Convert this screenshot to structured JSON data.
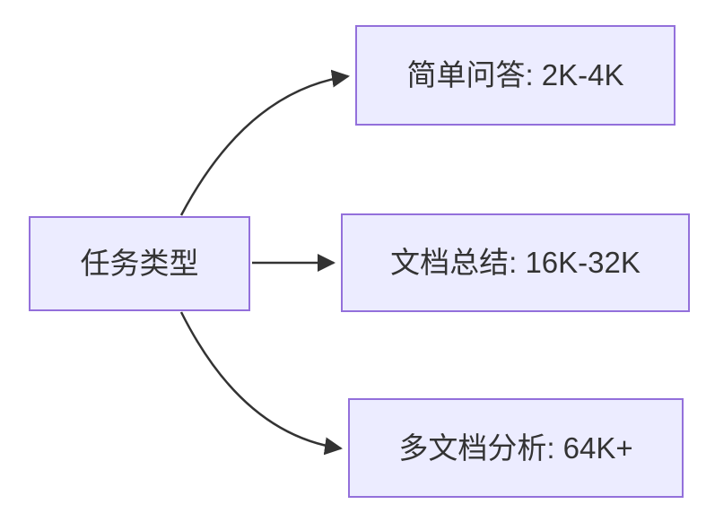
{
  "diagram": {
    "type": "flowchart",
    "direction": "LR",
    "colors": {
      "background": "#ffffff",
      "node_fill": "#ECECFF",
      "node_border": "#9370DB",
      "edge": "#333333",
      "text": "#333333"
    },
    "nodes": {
      "task_type": {
        "label": "任务类型"
      },
      "simple_qa": {
        "label": "简单问答: 2K-4K"
      },
      "doc_summary": {
        "label": "文档总结: 16K-32K"
      },
      "multi_doc": {
        "label": "多文档分析: 64K+"
      }
    },
    "edges": [
      {
        "from": "任务类型",
        "to": "简单问答: 2K-4K"
      },
      {
        "from": "任务类型",
        "to": "文档总结: 16K-32K"
      },
      {
        "from": "任务类型",
        "to": "多文档分析: 64K+"
      }
    ]
  }
}
